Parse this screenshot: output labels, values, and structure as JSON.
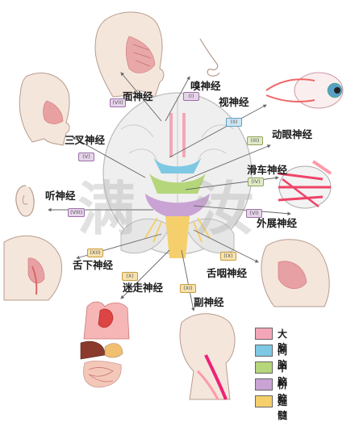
{
  "labels": {
    "olfactory": "嗅神经",
    "facial": "面神经",
    "optic": "视神经",
    "trigeminal": "三叉神经",
    "oculomotor": "动眼神经",
    "trochlear": "滑车神经",
    "vestibulocochlear": "听神经",
    "abducens": "外展神经",
    "hypoglossal": "舌下神经",
    "glossopharyngeal": "舌咽神经",
    "vagus": "迷走神经",
    "accessory": "副神经"
  },
  "tags": {
    "i": "(I)",
    "ii": "(II)",
    "iii": "(III)",
    "iv": "(IV)",
    "v": "(V)",
    "vi": "(VI)",
    "vii": "(VII)",
    "viii": "(VIII)",
    "ix": "(IX)",
    "x": "(X)",
    "xi": "(XI)",
    "xii": "(XII)"
  },
  "legend": [
    {
      "label": "大脑",
      "color": "#f4a6b8"
    },
    {
      "label": "间脑",
      "color": "#7ec8e3"
    },
    {
      "label": "中脑",
      "color": "#b5d67a"
    },
    {
      "label": "桥脑",
      "color": "#c9a3d4"
    },
    {
      "label": "延髓",
      "color": "#f5cf6b"
    }
  ],
  "watermark": {
    "left": "满",
    "right": "汝"
  },
  "icons": {
    "face_facial": "head-facial-muscles-icon",
    "face_trigeminal": "head-trigeminal-icon",
    "nose": "nose-icon",
    "eye_optic": "eyeball-icon",
    "eye_muscles": "eye-muscle-icon",
    "ear": "ear-icon",
    "throat_left": "throat-section-icon",
    "throat_right": "pharynx-section-icon",
    "organs": "thoracic-abdominal-organs-icon",
    "neck": "neck-muscles-icon"
  }
}
